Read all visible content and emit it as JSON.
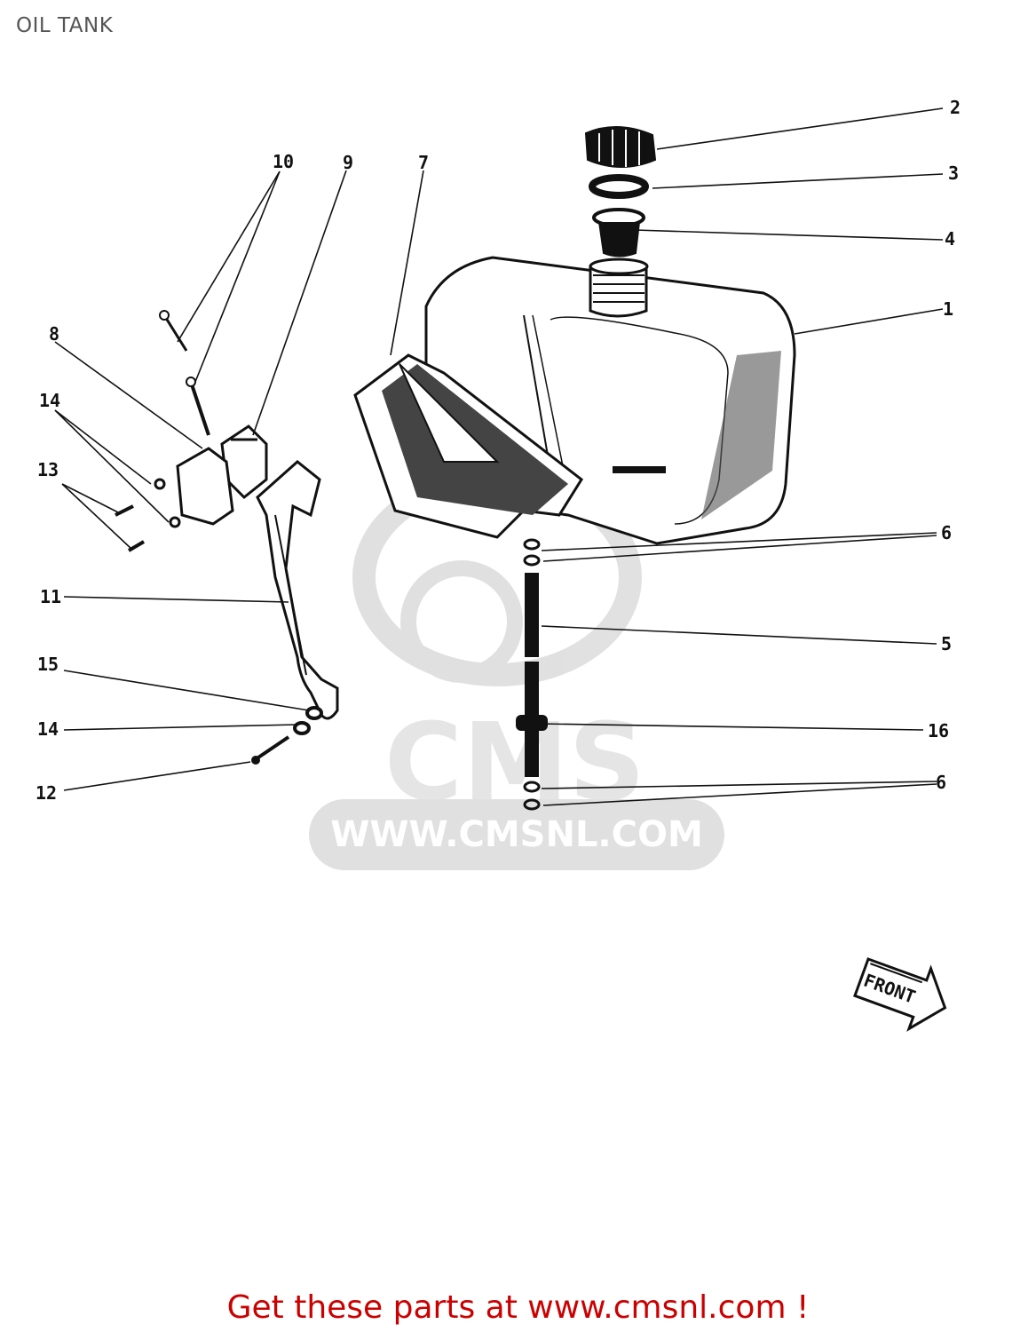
{
  "page": {
    "title": "OIL TANK"
  },
  "callouts": [
    {
      "id": "1",
      "label": "1"
    },
    {
      "id": "2",
      "label": "2"
    },
    {
      "id": "3",
      "label": "3"
    },
    {
      "id": "4",
      "label": "4"
    },
    {
      "id": "5",
      "label": "5"
    },
    {
      "id": "6a",
      "label": "6"
    },
    {
      "id": "6b",
      "label": "6"
    },
    {
      "id": "7",
      "label": "7"
    },
    {
      "id": "8",
      "label": "8"
    },
    {
      "id": "9",
      "label": "9"
    },
    {
      "id": "10",
      "label": "10"
    },
    {
      "id": "11",
      "label": "11"
    },
    {
      "id": "12",
      "label": "12"
    },
    {
      "id": "13",
      "label": "13"
    },
    {
      "id": "14a",
      "label": "14"
    },
    {
      "id": "14b",
      "label": "14"
    },
    {
      "id": "15",
      "label": "15"
    },
    {
      "id": "16",
      "label": "16"
    }
  ],
  "watermark": {
    "logo_text": "CMS",
    "url_text": "WWW.CMSNL.COM"
  },
  "front_arrow": {
    "label": "FRONT"
  },
  "footer": {
    "link_text": "Get these parts at www.cmsnl.com !"
  },
  "colors": {
    "link": "#cc0000",
    "title": "#555555",
    "line": "#111111",
    "watermark": "#c8c8c8"
  }
}
